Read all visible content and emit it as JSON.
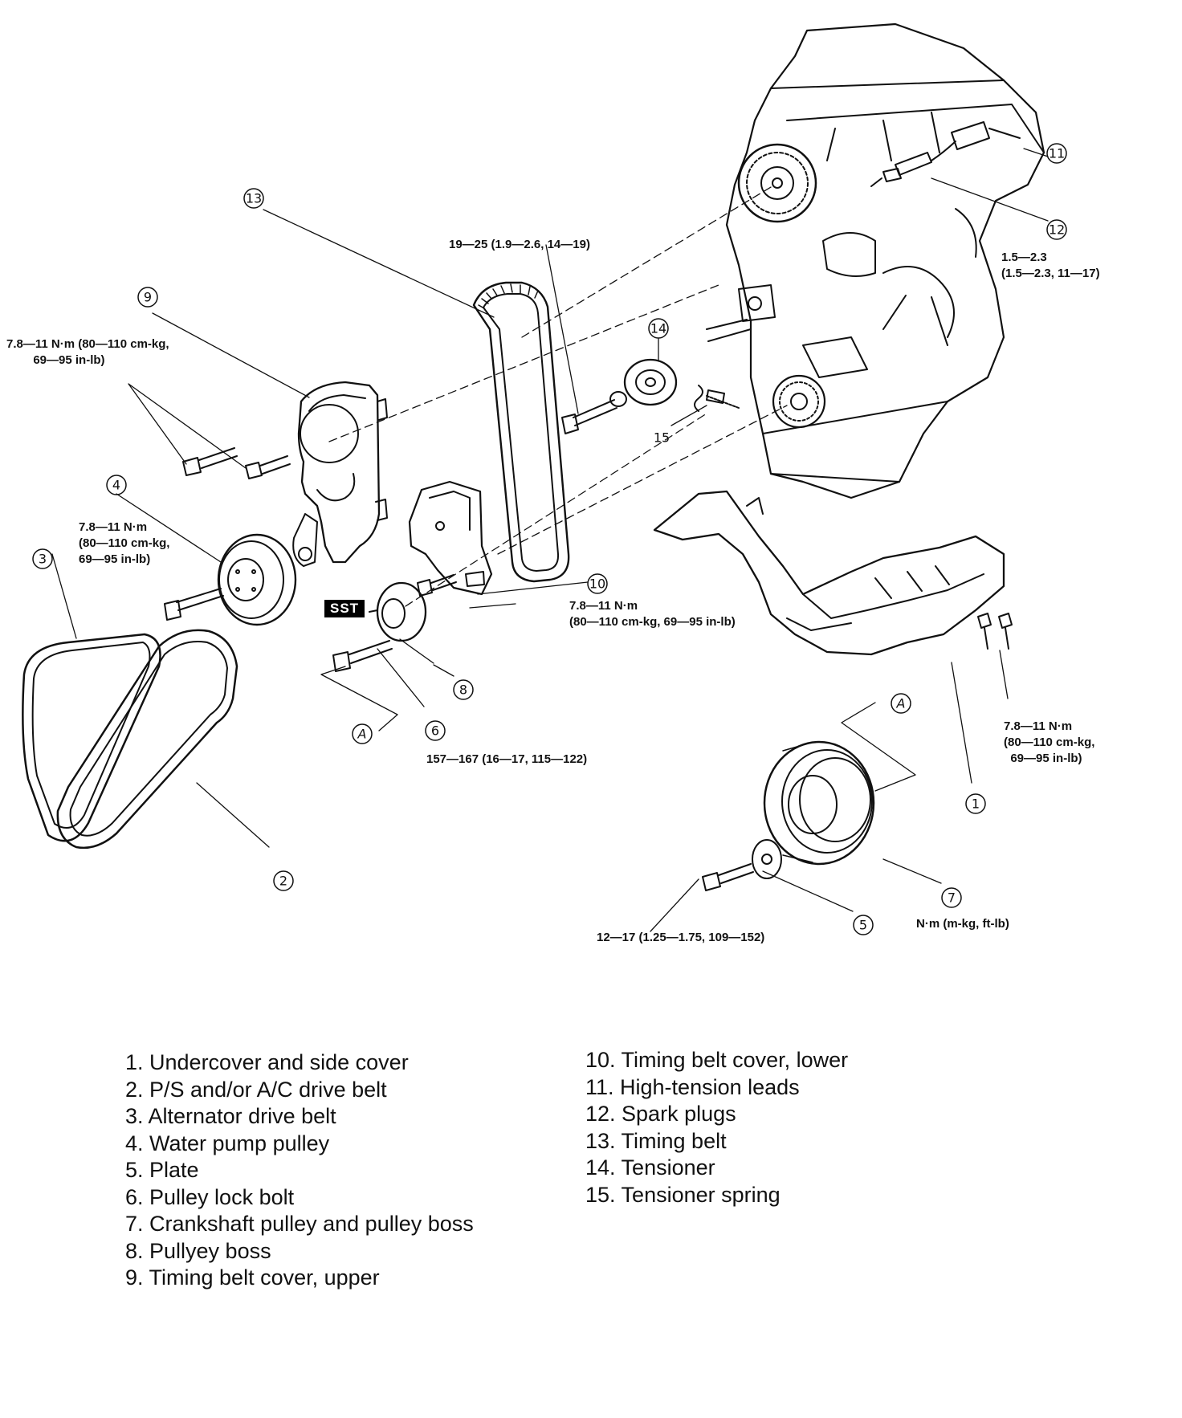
{
  "callouts": [
    "1",
    "2",
    "3",
    "4",
    "5",
    "6",
    "7",
    "8",
    "9",
    "10",
    "11",
    "12",
    "13",
    "14",
    "15"
  ],
  "ref_letter": "A",
  "sst_label": "SST",
  "unit_note": "N·m (m-kg, ft-lb)",
  "specs": {
    "spark_plugs": "1.5—2.3\n(1.5—2.3, 11—17)",
    "tensioner_bolt": "19—25 (1.9—2.6, 14—19)",
    "upper_cover_bolts": "7.8—11 N·m (80—110 cm-kg,\n        69—95 in-lb)",
    "water_pump_pulley": "7.8—11 N·m\n(80—110 cm-kg,\n69—95 in-lb)",
    "lower_cover_bolt": "7.8—11 N·m\n(80—110 cm-kg, 69—95 in-lb)",
    "undercover_bolts": "7.8—11 N·m\n(80—110 cm-kg,\n  69—95 in-lb)",
    "pulley_lock_bolt": "157—167 (16—17, 115—122)",
    "plate_bolt": "12—17 (1.25—1.75, 109—152)"
  },
  "legend": {
    "left": [
      "1. Undercover and side cover",
      "2. P/S and/or A/C drive belt",
      "3. Alternator drive belt",
      "4. Water pump pulley",
      "5. Plate",
      "6. Pulley lock bolt",
      "7. Crankshaft pulley and pulley boss",
      "8. Pullyey boss",
      "9. Timing belt cover, upper"
    ],
    "right": [
      "10. Timing belt cover, lower",
      "11. High-tension leads",
      "12. Spark plugs",
      "13. Timing belt",
      "14. Tensioner",
      "15. Tensioner spring"
    ]
  }
}
